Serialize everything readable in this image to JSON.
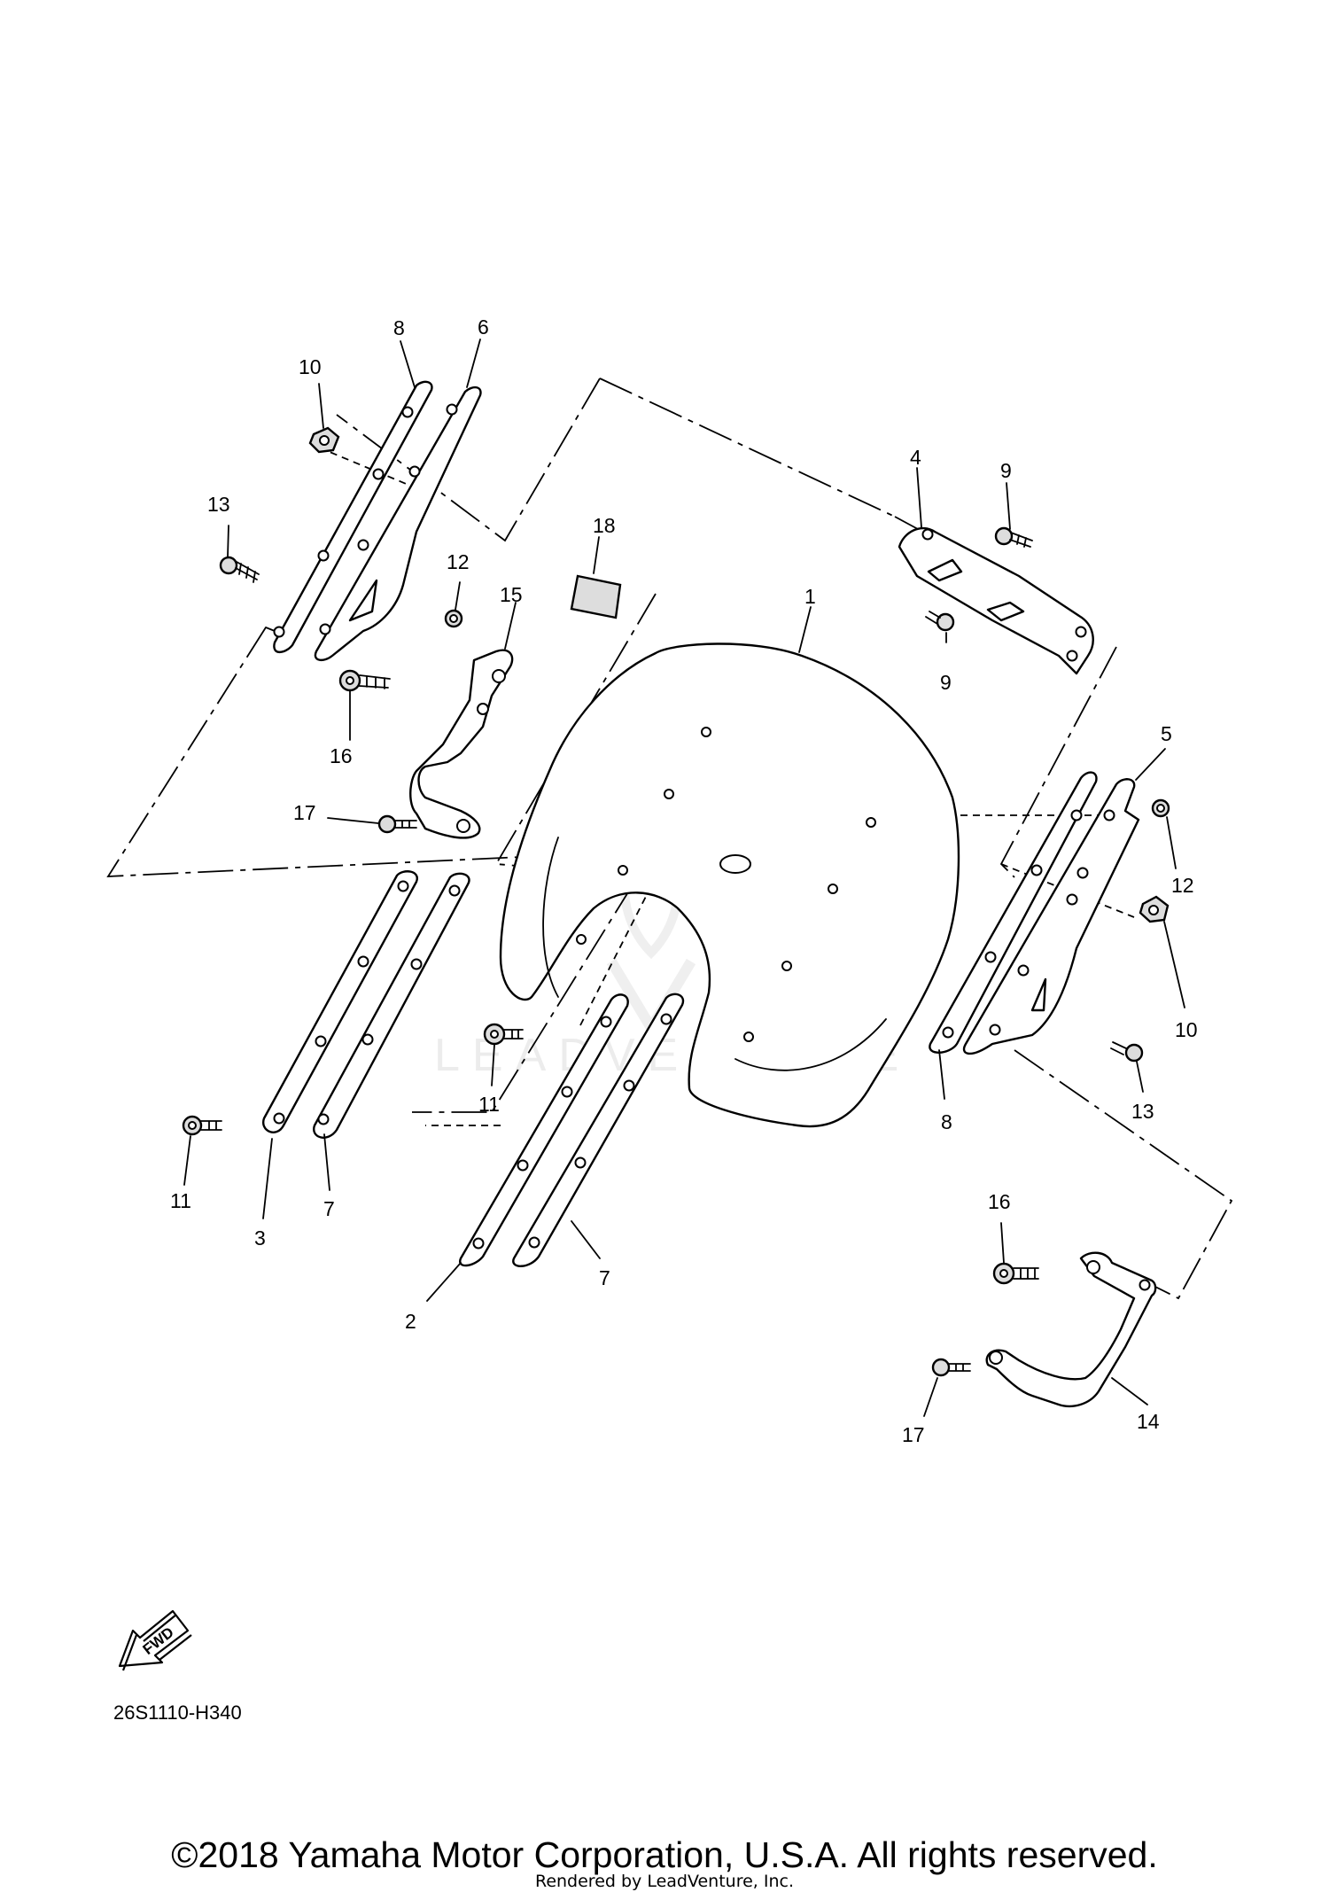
{
  "diagram": {
    "watermark": "LEADVENTURE",
    "fwd_label": "FWD",
    "code": "26S1110-H340",
    "callouts": [
      {
        "id": "c1",
        "label": "1"
      },
      {
        "id": "c2",
        "label": "2"
      },
      {
        "id": "c3",
        "label": "3"
      },
      {
        "id": "c4",
        "label": "4"
      },
      {
        "id": "c5",
        "label": "5"
      },
      {
        "id": "c6",
        "label": "6"
      },
      {
        "id": "c7a",
        "label": "7"
      },
      {
        "id": "c7b",
        "label": "7"
      },
      {
        "id": "c8a",
        "label": "8"
      },
      {
        "id": "c8b",
        "label": "8"
      },
      {
        "id": "c9a",
        "label": "9"
      },
      {
        "id": "c9b",
        "label": "9"
      },
      {
        "id": "c10a",
        "label": "10"
      },
      {
        "id": "c10b",
        "label": "10"
      },
      {
        "id": "c11a",
        "label": "11"
      },
      {
        "id": "c11b",
        "label": "11"
      },
      {
        "id": "c12a",
        "label": "12"
      },
      {
        "id": "c12b",
        "label": "12"
      },
      {
        "id": "c13a",
        "label": "13"
      },
      {
        "id": "c13b",
        "label": "13"
      },
      {
        "id": "c14",
        "label": "14"
      },
      {
        "id": "c15",
        "label": "15"
      },
      {
        "id": "c16a",
        "label": "16"
      },
      {
        "id": "c16b",
        "label": "16"
      },
      {
        "id": "c17a",
        "label": "17"
      },
      {
        "id": "c17b",
        "label": "17"
      },
      {
        "id": "c18",
        "label": "18"
      }
    ]
  },
  "footer": {
    "copyright": "©2018 Yamaha Motor Corporation, U.S.A. All rights reserved.",
    "rendered_by": "Rendered by LeadVenture, Inc."
  }
}
